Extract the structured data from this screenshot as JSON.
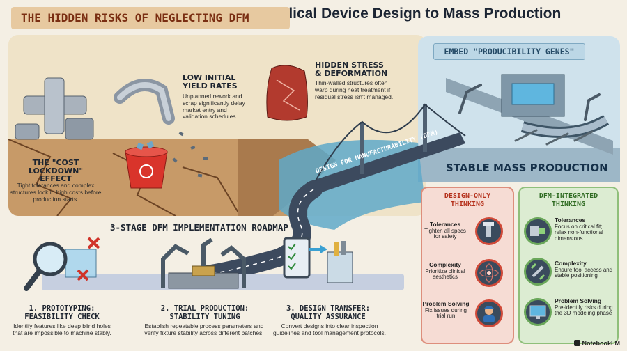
{
  "title": "DFM: Bridging the gap from Medical Device Design to Mass Production",
  "risks": {
    "banner": "THE HIDDEN RISKS OF NEGLECTING DFM",
    "cost_lockdown": {
      "heading": "THE \"COST LOCKDOWN\" EFFECT",
      "text": "Tight tolerances and complex structures lock in high costs before production starts."
    },
    "yield": {
      "heading": "LOW INITIAL YIELD RATES",
      "text": "Unplanned rework and scrap significantly delay market entry and validation schedules."
    },
    "stress": {
      "heading": "HIDDEN STRESS & DEFORMATION",
      "text": "Thin-walled structures often warp during heat treatment if residual stress isn't managed."
    }
  },
  "bridge_label": "DESIGN FOR MANUFACTURABILITY (DFM)",
  "stable": {
    "banner": "EMBED \"PRODUCIBILITY GENES\"",
    "label": "STABLE MASS PRODUCTION"
  },
  "comparison": {
    "design_only": {
      "heading": "DESIGN-ONLY THINKING",
      "rows": [
        {
          "title": "Tolerances",
          "text": "Tighten all specs for safety",
          "icon": "bolt-icon"
        },
        {
          "title": "Complexity",
          "text": "Prioritize clinical aesthetics",
          "icon": "atom-icon"
        },
        {
          "title": "Problem Solving",
          "text": "Fix issues during trial run",
          "icon": "worker-icon"
        }
      ]
    },
    "dfm_integrated": {
      "heading": "DFM-INTEGRATED THINKING",
      "rows": [
        {
          "title": "Tolerances",
          "text": "Focus on critical fit; relax non-functional dimensions",
          "icon": "fit-icon"
        },
        {
          "title": "Complexity",
          "text": "Ensure tool access and stable positioning",
          "icon": "wrench-icon"
        },
        {
          "title": "Problem Solving",
          "text": "Pre-identify risks during the 3D modeling phase",
          "icon": "monitor-icon"
        }
      ]
    }
  },
  "roadmap": {
    "title": "3-STAGE DFM IMPLEMENTATION ROADMAP",
    "stages": [
      {
        "title": "1. PROTOTYPING: FEASIBILITY CHECK",
        "text": "Identify features like deep blind holes that are impossible to machine stably.",
        "icon": "magnifier-icon"
      },
      {
        "title": "2. TRIAL PRODUCTION: STABILITY TUNING",
        "text": "Establish repeatable process parameters and verify fixture stability across different batches.",
        "icon": "robot-arm-icon"
      },
      {
        "title": "3. DESIGN TRANSFER: QUALITY ASSURANCE",
        "text": "Convert designs into clear inspection guidelines and tool management protocols.",
        "icon": "checklist-icon"
      }
    ]
  },
  "logo": "NotebookLM",
  "colors": {
    "risk_red": "#b5311c",
    "dfm_green": "#2f6b22",
    "water": "#5fa9c9",
    "road": "#3c4a5e"
  }
}
